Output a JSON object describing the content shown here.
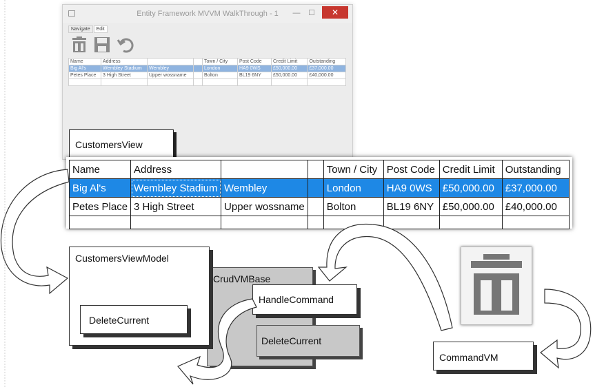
{
  "window": {
    "title": "Entity Framework MVVM WalkThrough - 1",
    "minimize": "—",
    "maximize": "☐",
    "close": "✕",
    "tabs": [
      "Navigate",
      "Edit"
    ],
    "ribbon_icons": [
      "trash-icon",
      "save-icon",
      "undo-icon"
    ]
  },
  "grid": {
    "columns": [
      "Name",
      "Address",
      "",
      "",
      "Town / City",
      "Post Code",
      "Credit Limit",
      "Outstanding"
    ],
    "rows": [
      [
        "Big Al's",
        "Wembley Stadium",
        "Wembley",
        "",
        "London",
        "HA9 0WS",
        "£50,000.00",
        "£37,000.00"
      ],
      [
        "Petes Place",
        "3 High Street",
        "Upper wossname",
        "",
        "Bolton",
        "BL19 6NY",
        "£50,000.00",
        "£40,000.00"
      ],
      [
        "",
        "",
        "",
        "",
        "",
        "",
        "",
        ""
      ]
    ],
    "selected_row": 0
  },
  "labels": {
    "customers_view": "CustomersView",
    "customers_view_model": "CustomersViewModel",
    "delete_current_vm": "DeleteCurrent",
    "crud_vm_base": "CrudVMBase",
    "handle_command": "HandleCommand",
    "delete_current_base": "DeleteCurrent",
    "command_vm": "CommandVM"
  },
  "colors": {
    "selection": "#1e88e5",
    "close_button": "#c7372f",
    "base_box": "#c8c8c8",
    "icon_grey": "#767676"
  }
}
